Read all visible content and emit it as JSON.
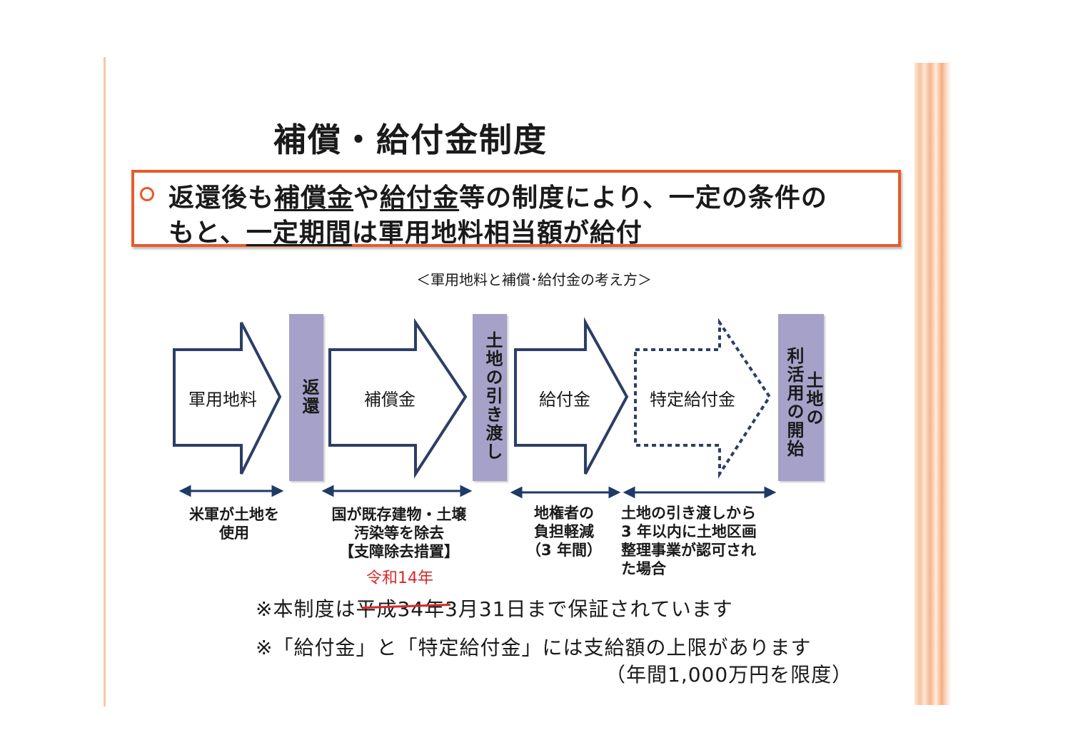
{
  "title": "補償・給付金制度",
  "callout": {
    "line1": [
      {
        "text": "返還後も",
        "u": false
      },
      {
        "text": "補償金",
        "u": true
      },
      {
        "text": "や",
        "u": false
      },
      {
        "text": "給付金",
        "u": true
      },
      {
        "text": "等の制度により、一定の条件の",
        "u": false
      }
    ],
    "line2": [
      {
        "text": "もと、",
        "u": false
      },
      {
        "text": "一定期間",
        "u": true
      },
      {
        "text": "は軍用地料相当額が給付",
        "u": false
      }
    ]
  },
  "diagram": {
    "caption": "＜軍用地料と補償･給付金の考え方＞",
    "arrows": {
      "rent": "軍用地料",
      "compensation": "補償金",
      "benefit": "給付金",
      "special": "特定給付金"
    },
    "bars": {
      "return": "返還",
      "handover": "土地の引き渡し",
      "use_col1": "土地の",
      "use_col2": "利活用の開始"
    },
    "notes": {
      "rent": [
        "米軍が土地を",
        "使用"
      ],
      "compensation": [
        "国が既存建物・土壌",
        "汚染等を除去",
        "【支障除去措置】"
      ],
      "benefit": [
        "地権者の",
        "負担軽減",
        "（3 年間）"
      ],
      "special": [
        "土地の引き渡しから",
        "3 年以内に土地区画",
        "整理事業が認可され",
        "た場合"
      ]
    }
  },
  "footnotes": {
    "correction": "令和14年",
    "line1_prefix": "※本制度は",
    "line1_struck": "平成34年",
    "line1_suffix": "3月31日まで保証されています",
    "line2": "※「給付金」と「特定給付金」には支給額の上限があります",
    "line3": "（年間1,000万円を限度）"
  },
  "colors": {
    "accent": "#e85a2a",
    "bar": "#a5a1c8",
    "arrow_stroke": "#2c3e66",
    "correction": "#d62a2a"
  }
}
